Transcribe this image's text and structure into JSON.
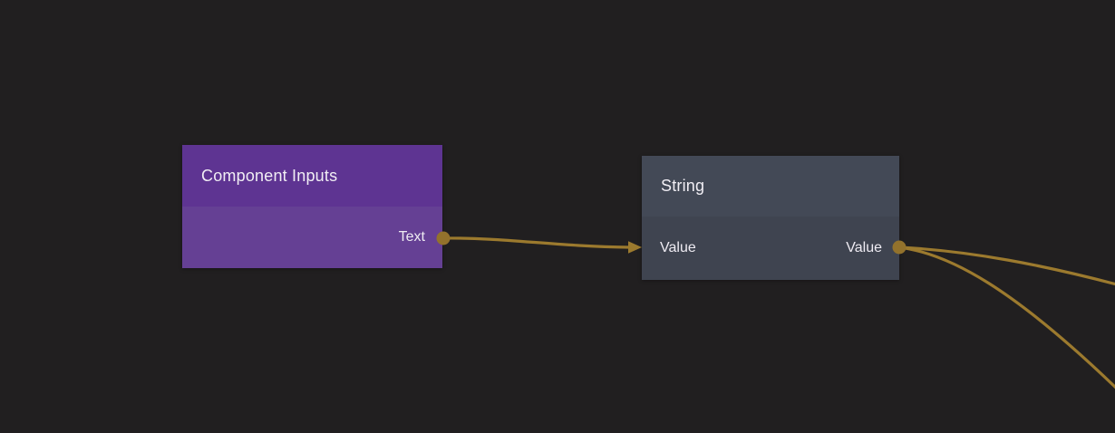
{
  "canvas": {
    "background_color": "#211f20",
    "wire_color": "#9c7a2e",
    "port_color": "#93722c"
  },
  "nodes": [
    {
      "title": "Component Inputs",
      "header_color": "#5e3492",
      "body_color": "#654094",
      "inputs": [],
      "outputs": [
        {
          "label": "Text"
        }
      ]
    },
    {
      "title": "String",
      "header_color": "#434956",
      "body_color": "#3f4450",
      "inputs": [
        {
          "label": "Value"
        }
      ],
      "outputs": [
        {
          "label": "Value"
        }
      ]
    }
  ],
  "wires": [
    {
      "from": "Component Inputs / Text",
      "to": "String / Value"
    },
    {
      "from": "String / Value",
      "to": "off-canvas-right-upper"
    },
    {
      "from": "String / Value",
      "to": "off-canvas-right-lower"
    }
  ]
}
